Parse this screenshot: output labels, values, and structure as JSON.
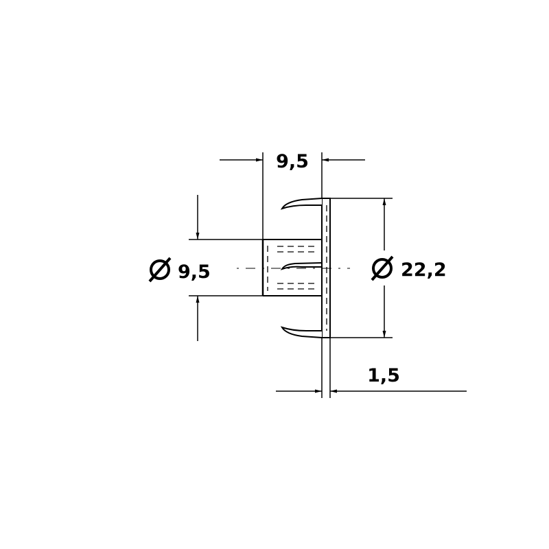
{
  "dimensions": {
    "top_width": "9,5",
    "inner_diameter": "9,5",
    "outer_diameter": "22,2",
    "plate_thickness": "1,5"
  },
  "colors": {
    "line": "#000000",
    "background": "#ffffff"
  }
}
